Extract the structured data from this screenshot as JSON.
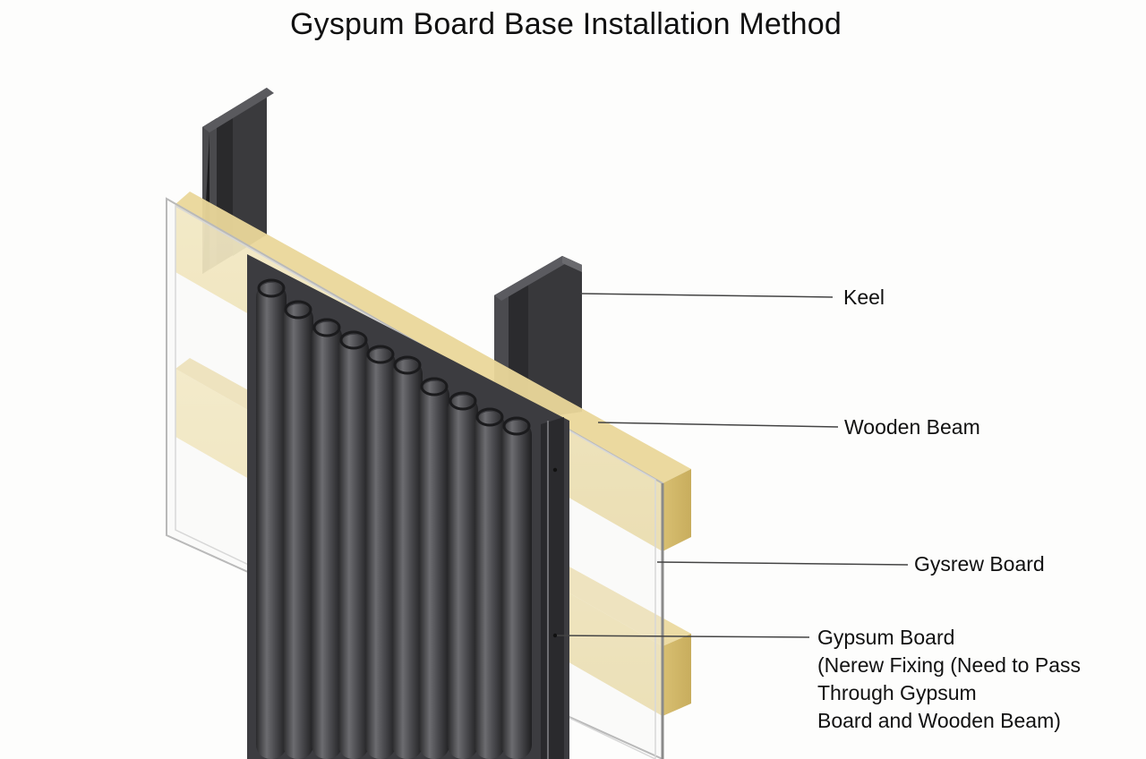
{
  "diagram": {
    "title": "Gyspum Board Base Installation Method",
    "labels": {
      "keel": "Keel",
      "wooden_beam": "Wooden Beam",
      "gysrew_board": "Gysrew Board",
      "gypsum_board": {
        "line1": "Gypsum Board",
        "line2": "(Nerew Fixing (Need to Pass",
        "line3": "Through Gypsum",
        "line4": "Board and Wooden Beam)"
      }
    }
  }
}
